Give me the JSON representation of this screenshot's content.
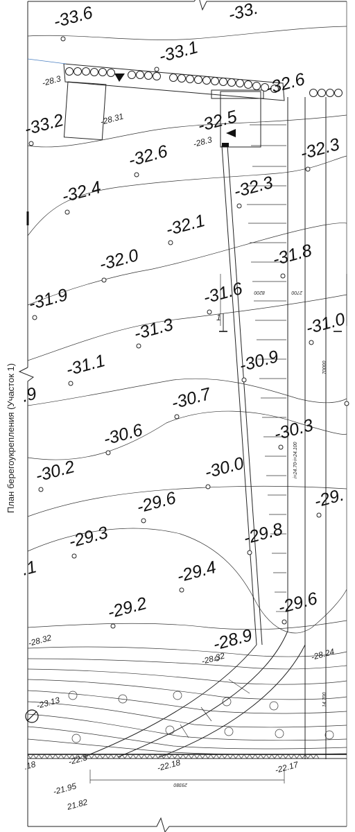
{
  "sheet_title": "План берегоукрепления (Участок 1)",
  "elevations": {
    "e1": "-33.6",
    "e2": "-33.",
    "e3": "-33.1",
    "e4": "-32.6",
    "e5": "-33.2",
    "e6": "-32.5",
    "e7": "-32.6",
    "e8": "-32.3",
    "e9": "-32.4",
    "e10": "-32.3",
    "e11": "-32.1",
    "e12": "-32.0",
    "e13": "-31.8",
    "e14": "-31.9",
    "e15": "-31.6",
    "e16": "-31.3",
    "e17": "-31.0",
    "e18": "-31.1",
    "e19": "-30.9",
    "e20": ".9",
    "e21": "-30.7",
    "e22": "-30.6",
    "e23": "-30.3",
    "e24": "-30.2",
    "e25": "-30.0",
    "e26": "-29.6",
    "e27": "-29.",
    "e28": "-29.3",
    "e29": "-29.8",
    "e30": ".1",
    "e31": "-29.4",
    "e32": "-29.2",
    "e33": "-29.6",
    "e34": "-28.9"
  },
  "spot_levels": {
    "s1": "-28.3",
    "s2": "-28.31",
    "s3": "-28.3",
    "s4": "-28.32",
    "s5": "-28.32",
    "s6": "-28.24",
    "s7": "-23.13",
    "s8": "-22.18",
    "s9": "-22.17",
    "s10": "-21.95",
    "s11": "21.82",
    "s12": "-22.3",
    "s13": ".18"
  },
  "dimensions": {
    "d1": "8200",
    "d2": "2700",
    "d3": "70000",
    "d4": "i=24.70-i=24.100",
    "d5": "14.700",
    "d6": "29380"
  },
  "section_mark": "1"
}
